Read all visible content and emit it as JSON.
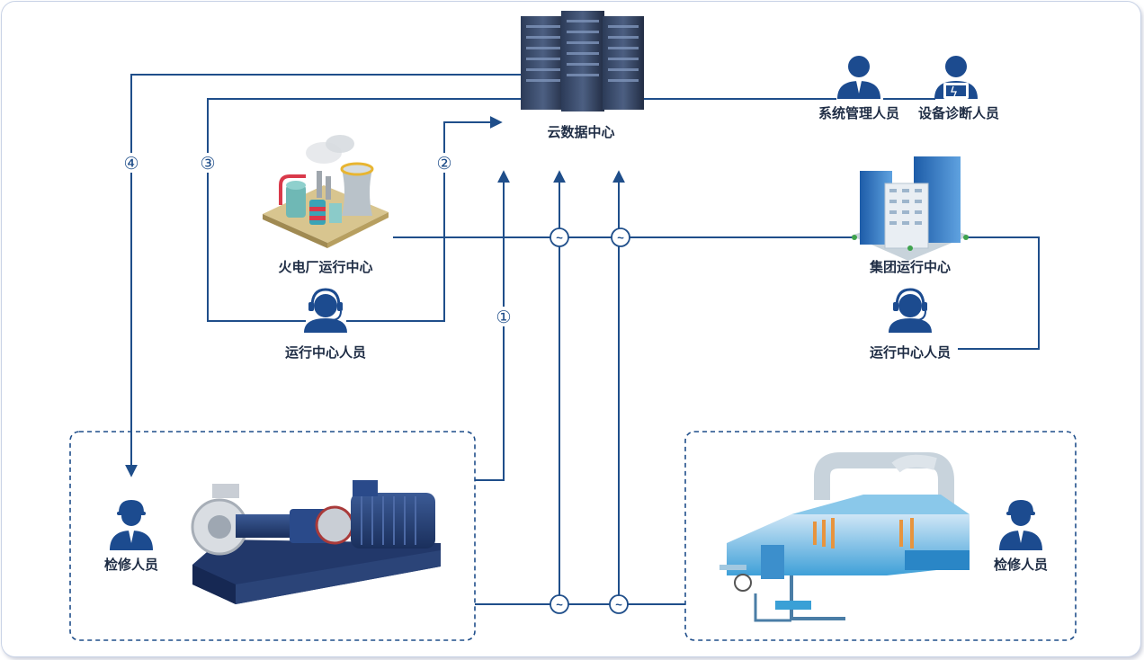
{
  "nodes": {
    "cloud_datacenter": "云数据中心",
    "sys_admin": "系统管理人员",
    "diag_staff": "设备诊断人员",
    "power_plant_center": "火电厂运行中心",
    "plant_operator": "运行中心人员",
    "group_center": "集团运行中心",
    "group_operator": "运行中心人员",
    "maint_left": "检修人员",
    "maint_right": "检修人员"
  },
  "path_markers": {
    "p1": "①",
    "p2": "②",
    "p3": "③",
    "p4": "④"
  },
  "signal_symbol": "~",
  "colors": {
    "line": "#1f4e8a",
    "person": "#1c4b8f",
    "label": "#1f2d45"
  }
}
